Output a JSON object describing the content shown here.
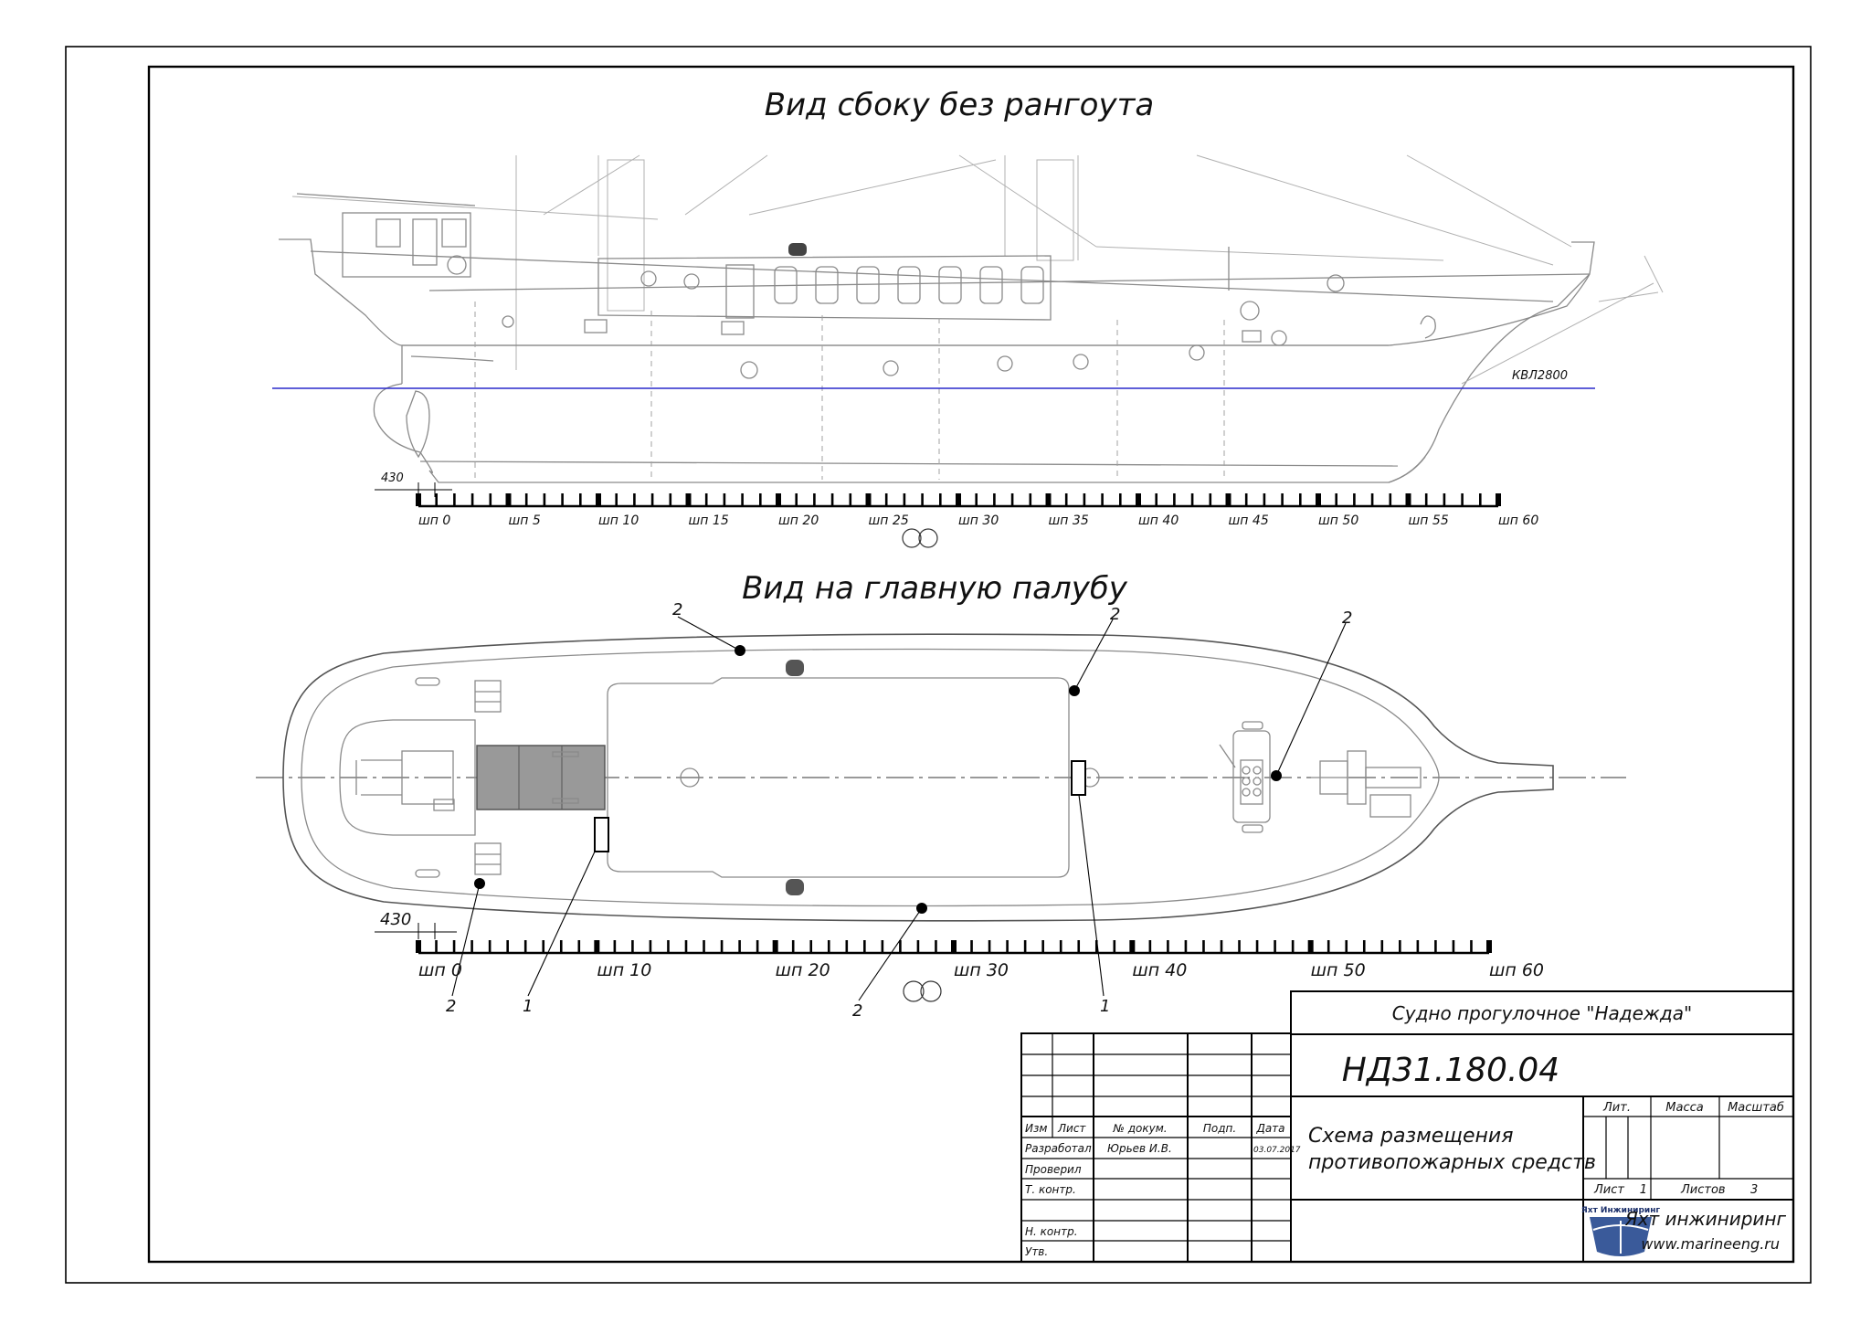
{
  "views": {
    "side_title": "Вид сбоку без рангоута",
    "deck_title": "Вид на главную палубу",
    "waterline_label": "КВЛ2800",
    "offset_label": "430"
  },
  "side_scale": {
    "labels": [
      "шп 0",
      "шп 5",
      "шп 10",
      "шп 15",
      "шп 20",
      "шп 25",
      "шп 30",
      "шп 35",
      "шп 40",
      "шп 45",
      "шп 50",
      "шп 55",
      "шп 60"
    ]
  },
  "deck_scale": {
    "labels": [
      "шп 0",
      "шп 10",
      "шп 20",
      "шп 30",
      "шп 40",
      "шп 50",
      "шп 60"
    ]
  },
  "callouts": {
    "extinguisher": "2",
    "box": "1"
  },
  "title_block": {
    "vessel": "Судно прогулочное \"Надежда\"",
    "doc_number": "НД31.180.04",
    "doc_title_line1": "Схема размещения",
    "doc_title_line2": "противопожарных средств",
    "col_izm": "Изм",
    "col_list": "Лист",
    "col_docnum": "№ докум.",
    "col_podp": "Подп.",
    "col_data": "Дата",
    "row_developed": "Разработал",
    "developer": "Юрьев И.В.",
    "date": "03.07.2017",
    "row_checked": "Проверил",
    "row_tcontrol": "Т. контр.",
    "row_ncontrol": "Н. контр.",
    "row_approved": "Утв.",
    "lit": "Лит.",
    "mass": "Масса",
    "scale": "Масштаб",
    "sheet_label": "Лист",
    "sheet_value": "1",
    "sheets_label": "Листов",
    "sheets_value": "3",
    "company": "Яхт инжиниринг",
    "website": "www.marineeng.ru",
    "logo_text": "Яхт Инжиниринг"
  }
}
